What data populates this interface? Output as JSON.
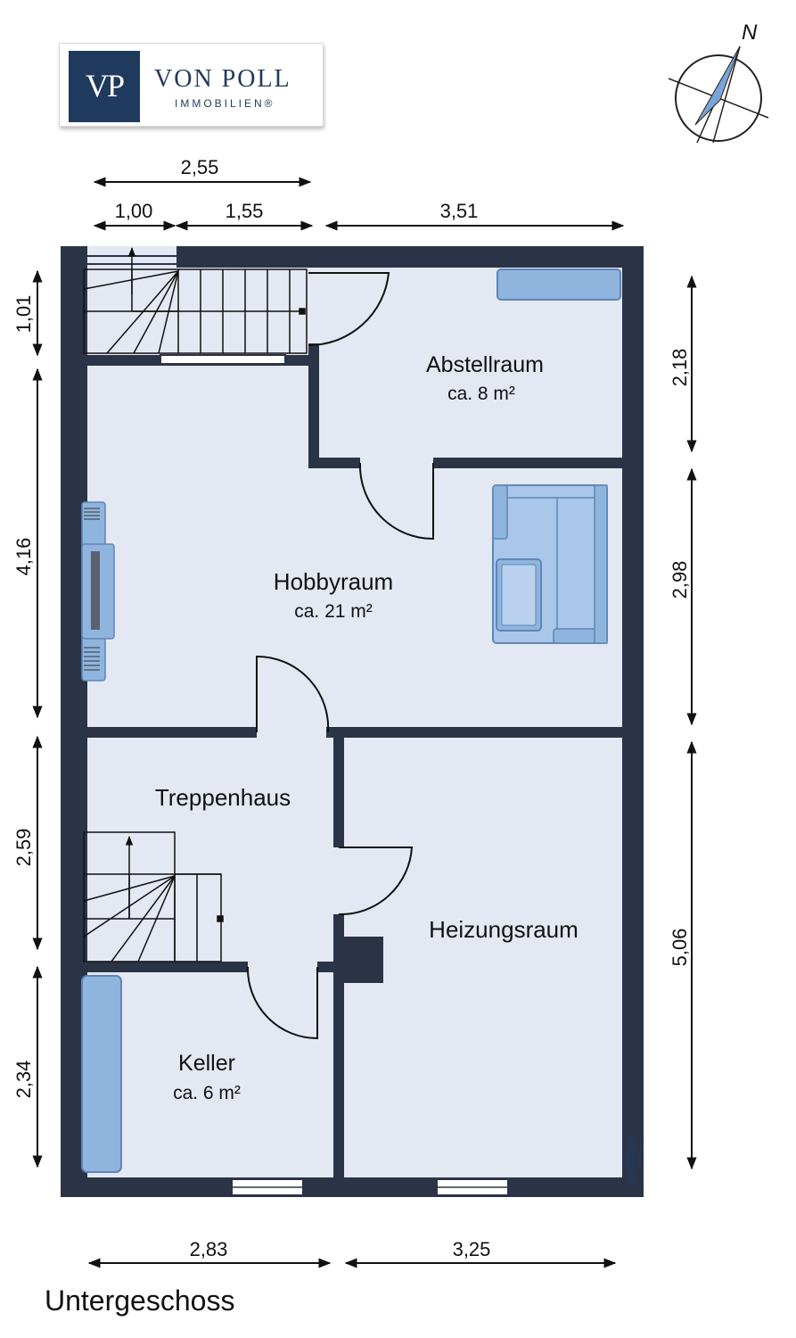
{
  "logo": {
    "monogram": "VP",
    "name": "VON POLL",
    "subtitle": "IMMOBILIEN®"
  },
  "compass": {
    "label": "N"
  },
  "rooms": [
    {
      "name": "Abstellraum",
      "area": "ca. 8 m²"
    },
    {
      "name": "Hobbyraum",
      "area": "ca. 21 m²"
    },
    {
      "name": "Treppenhaus",
      "area": ""
    },
    {
      "name": "Heizungsraum",
      "area": ""
    },
    {
      "name": "Keller",
      "area": "ca. 6 m²"
    }
  ],
  "dimensions": {
    "top_total": "2,55",
    "top_left": "1,00",
    "top_mid": "1,55",
    "top_right": "3,51",
    "left_1": "1,01",
    "left_2": "4,16",
    "left_3": "2,59",
    "left_4": "2,34",
    "right_1": "2,18",
    "right_2": "2,98",
    "right_3": "5,06",
    "bottom_left": "2,83",
    "bottom_right": "3,25"
  },
  "watermark": {
    "brand": "onOffice",
    "tag": "SOFTWARE"
  },
  "floor_label": "Untergeschoss",
  "colors": {
    "wall": "#2b3447",
    "floor": "#e4e8f2",
    "furniture": "#8fb4de",
    "furniture_edge": "#5f86b5"
  }
}
